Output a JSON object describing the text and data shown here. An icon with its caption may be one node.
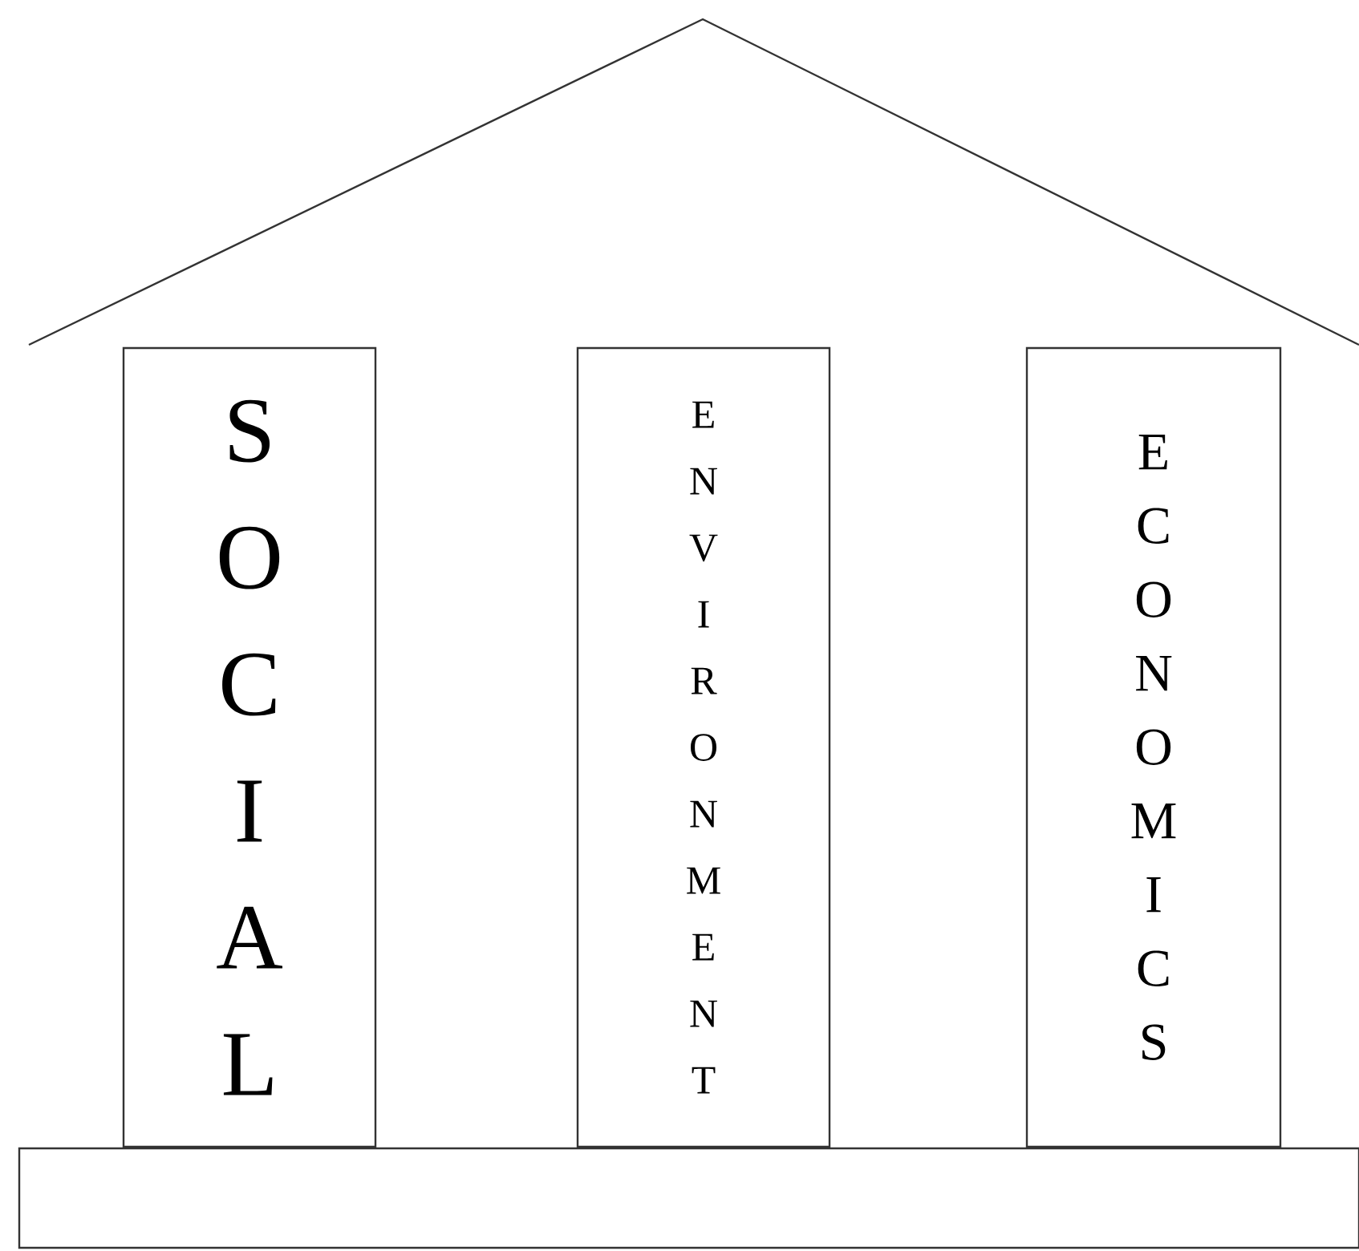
{
  "diagram": {
    "nodes": [
      {
        "text": [
          "SOCIAL"
        ]
      },
      {
        "text": [
          "ENVIRONMENT"
        ]
      },
      {
        "text": [
          "ECONOMICS"
        ]
      }
    ]
  }
}
